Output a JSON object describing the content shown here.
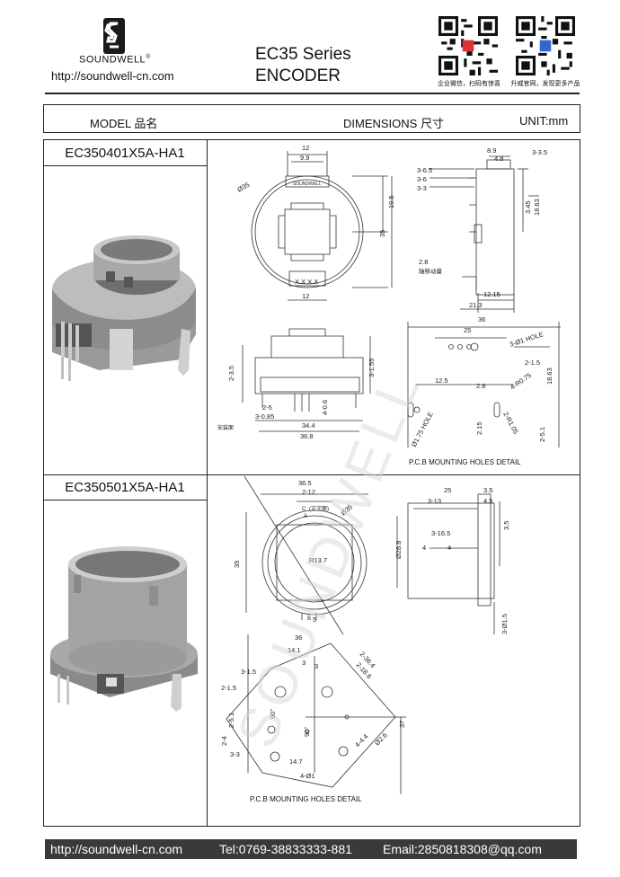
{
  "header": {
    "brand": "SOUNDWELL",
    "brand_mark": "®",
    "url": "http://soundwell-cn.com",
    "series": "EC35 Series",
    "product": "ENCODER",
    "qr_captions": [
      "企业微信，扫码有惊喜",
      "升威官网，发现更多产品"
    ]
  },
  "table_header": {
    "model": "MODEL 品名",
    "dimensions": "DIMENSIONS 尺寸",
    "unit": "UNIT:mm"
  },
  "models": [
    {
      "name": "EC350401X5A-HA1",
      "pcb_caption": "P.C.B MOUNTING HOLES DETAIL",
      "dims": [
        "12",
        "9.9",
        "Ø35",
        "19.5",
        "35",
        "12",
        "X X X X",
        "8.9",
        "4.8",
        "3-3.5",
        "3-6.5",
        "3-6",
        "3-3",
        "3.45",
        "18.63",
        "2.8",
        "轴移动量",
        "12.15",
        "21.3",
        "36",
        "25",
        "3-Ø1 HOLE",
        "2-1.5",
        "4-R0.75",
        "18.63",
        "12.5",
        "2.8",
        "2.15",
        "Ø1.75 HOLE",
        "2-R1.05",
        "2-5.1",
        "2-3.5",
        "3-1.55",
        "2-5",
        "3-0.85",
        "4-0.6",
        "安装面",
        "34.4",
        "36.8"
      ]
    },
    {
      "name": "EC350501X5A-HA1",
      "pcb_caption": "P.C.B MOUNTING HOLES DETAIL",
      "dims": [
        "36.5",
        "2-12",
        "C",
        "(文字面)",
        "A",
        "B",
        "Ø35",
        "R13.7",
        "35",
        "25",
        "3.5",
        "3-13",
        "4.5",
        "3.5",
        "3-16.5",
        "4",
        "4",
        "Ø28.8",
        "3-Ø1.5",
        "36",
        "14.1",
        "2-36.4",
        "2-18.6",
        "3",
        "3-1.5",
        "2-1.5",
        "2-5.1",
        "90°",
        "2-4",
        "3-3",
        "14.7",
        "4-Ø1",
        "4-4.4",
        "Ø2.6",
        "37",
        "SOUNDWELL"
      ]
    }
  ],
  "watermark": "SOUNDWELL",
  "footer": {
    "url": "http://soundwell-cn.com",
    "tel": "Tel:0769-38833333-881",
    "email": "Email:2850818308@qq.com"
  }
}
